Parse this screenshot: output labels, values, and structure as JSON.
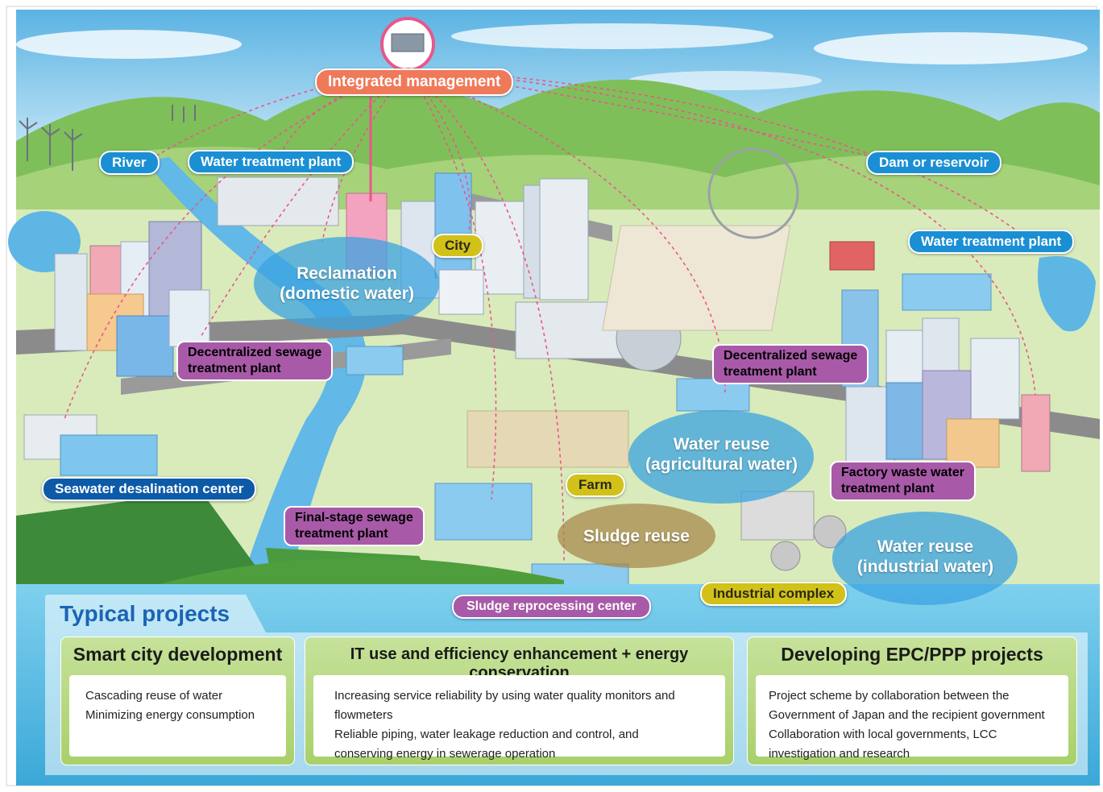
{
  "labels": {
    "integrated_management": "Integrated management",
    "river": "River",
    "water_treatment_plant_left": "Water treatment plant",
    "dam_or_reservoir": "Dam or reservoir",
    "water_treatment_plant_right": "Water treatment plant",
    "city": "City",
    "decentralized_left": [
      "Decentralized sewage",
      "treatment plant"
    ],
    "decentralized_right": [
      "Decentralized sewage",
      "treatment plant"
    ],
    "seawater_desalination": "Seawater desalination center",
    "farm": "Farm",
    "factory_waste": [
      "Factory waste water",
      "treatment plant"
    ],
    "final_stage": [
      "Final-stage sewage",
      "treatment plant"
    ],
    "industrial_complex": "Industrial complex",
    "sludge_reprocessing": "Sludge reprocessing center"
  },
  "ellipses": {
    "reclamation": [
      "Reclamation",
      "(domestic water)"
    ],
    "water_reuse_agri": [
      "Water reuse",
      "(agricultural water)"
    ],
    "sludge_reuse": [
      "Sludge reuse"
    ],
    "water_reuse_ind": [
      "Water reuse",
      "(industrial water)"
    ]
  },
  "typical_projects": {
    "title": "Typical projects",
    "cards": [
      {
        "title": "Smart city development",
        "lines": [
          "Cascading reuse of water",
          "Minimizing energy consumption"
        ]
      },
      {
        "title": "IT use and efficiency enhancement + energy conservation",
        "lines": [
          "Increasing service reliability by using water quality monitors and flowmeters",
          "Reliable piping, water leakage reduction and control, and conserving energy in sewerage operation"
        ]
      },
      {
        "title": "Developing EPC/PPP projects",
        "lines": [
          "Project scheme by collaboration between the Government of Japan and the recipient government",
          "Collaboration with local governments, LCC investigation and research"
        ]
      }
    ]
  },
  "colors": {
    "sky": "#7ec3e8",
    "land": "#cfe3a8",
    "blue_label": "#1a8fd4",
    "navy_label": "#0d5aa8",
    "purple_label": "#a85aa8",
    "yellow_label": "#d2c118",
    "orange_label": "#ef7a5a",
    "card_green": "#b3d678",
    "title_blue": "#1a64b4"
  }
}
